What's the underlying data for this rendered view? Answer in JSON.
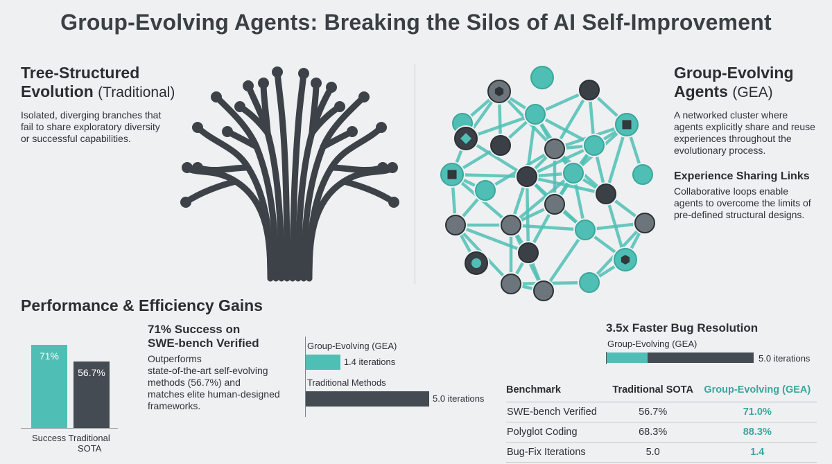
{
  "title": "Group-Evolving Agents: Breaking the Silos of AI Self-Improvement",
  "left_panel": {
    "heading_line1": "Tree-Structured",
    "heading_line2": "Evolution",
    "heading_suffix": "(Traditional)",
    "description_lines": [
      "Isolated, diverging branches that",
      "fail to share exploratory diversity",
      "or successful capabilities."
    ]
  },
  "right_panel": {
    "heading_line1": "Group-Evolving",
    "heading_line2": "Agents",
    "heading_suffix": "(GEA)",
    "description_lines": [
      "A networked cluster where",
      "agents explicitly share and reuse",
      "experiences throughout the",
      "evolutionary process."
    ],
    "sub_heading": "Experience Sharing Links",
    "sub_description_lines": [
      "Collaborative loops enable",
      "agents to overcome the limits of",
      "pre-defined structural designs."
    ]
  },
  "colors": {
    "teal": "#4fbfb5",
    "dark": "#454b52",
    "tree": "#3d4248",
    "text": "#2c3034"
  },
  "icons": {
    "tree": "branching-tree-icon",
    "network": "agent-network-icon"
  },
  "performance": {
    "heading": "Performance & Efficiency Gains",
    "success_chart": {
      "bars": [
        {
          "label": "71%",
          "value": 71,
          "color": "#4fbfb5"
        },
        {
          "label": "56.7%",
          "value": 56.7,
          "color": "#454b52"
        }
      ],
      "xlabels": [
        "Success",
        "Traditional",
        "SOTA"
      ]
    },
    "success_heading_lines": [
      "71% Success on",
      "SWE-bench Verified"
    ],
    "success_description_lines": [
      "Outperforms",
      "state-of-the-art self-evolving",
      "methods (56.7%) and",
      "matches elite human-designed",
      "frameworks."
    ],
    "iterations_chart": {
      "rows": [
        {
          "label": "Group-Evolving (GEA)",
          "value": 1.4,
          "value_label": "1.4 iterations",
          "color": "#4fbfb5"
        },
        {
          "label": "Traditional Methods",
          "value": 5.0,
          "value_label": "5.0 iterations",
          "color": "#454b52"
        }
      ]
    },
    "bug_heading": "3.5x Faster Bug Resolution",
    "bug_bar": {
      "label": "Group-Evolving (GEA)",
      "gea_value": 1.4,
      "total_value": 5.0,
      "value_label": "5.0 iterations"
    }
  },
  "table": {
    "headers": [
      "Benchmark",
      "Traditional SOTA",
      "Group-Evolving (GEA)"
    ],
    "rows": [
      [
        "SWE-bench Verified",
        "56.7%",
        "71.0%"
      ],
      [
        "Polyglot Coding",
        "68.3%",
        "88.3%"
      ],
      [
        "Bug-Fix Iterations",
        "5.0",
        "1.4"
      ]
    ]
  }
}
